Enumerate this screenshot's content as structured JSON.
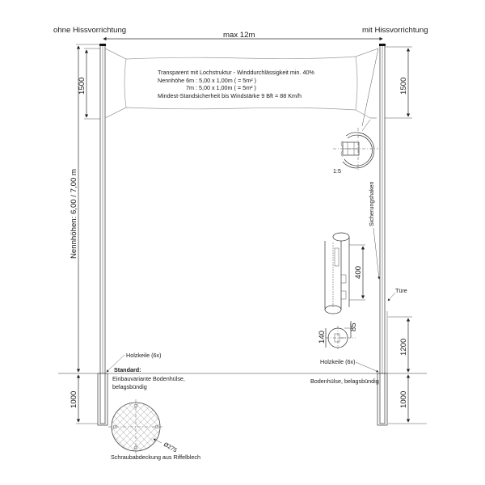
{
  "labels": {
    "left_top": "ohne Hissvorrichtung",
    "right_top": "mit Hissvorrichtung",
    "span": "max  12m",
    "nominal_heights": "Nennhöhen:  6,00 / 7,00 m",
    "scale": "1:5",
    "safety_hook": "Sicherungshaken",
    "door": "Türe",
    "wedges_left": "Holzkeile (6x)",
    "wedges_right": "Holzkeile (6x)",
    "standard_title": "Standard:",
    "standard_line1": "Einbauvariante Bodenhülse,",
    "standard_line2": "belagsbündig",
    "ground_sleeve_right": "Bodenhülse, belagsbündig",
    "cover_caption": "Schraubabdeckung aus Riffelblech",
    "cover_diameter": "Ø275"
  },
  "banner": {
    "line1": "Transparent mit Lochstruktur - Winddurchlässigkeit min. 40%",
    "line2": "Nennhöhe  6m  :  5,00 x 1,00m  ( = 5m² )",
    "line3": "7m  :   5,00 x 1,00m  ( = 5m² )",
    "line4": "Mindest-Standsicherheit bis Windstärke 9 Bft = 88 Km/h"
  },
  "dimensions": {
    "banner_height_left": "1500",
    "banner_height_right": "1500",
    "embed_left": "1000",
    "embed_right": "1000",
    "door_height": "1200",
    "hook_spacing": "400",
    "section_diameter": "140",
    "section_depth": "85"
  }
}
